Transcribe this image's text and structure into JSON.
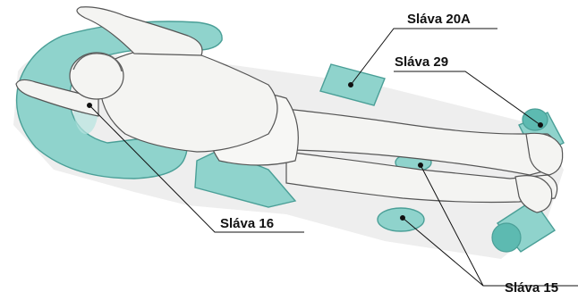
{
  "labels": {
    "slava_20a": "Sláva 20A",
    "slava_29": "Sláva 29",
    "slava_16": "Sláva 16",
    "slava_15": "Sláva 15"
  },
  "colors": {
    "cushion_fill": "#8fd3cc",
    "cushion_dark": "#5dbab1",
    "cushion_stroke": "#4a9f97",
    "body_fill": "#f4f4f2",
    "body_stroke": "#555555",
    "mat_fill": "#ececec",
    "leader": "#111111"
  }
}
